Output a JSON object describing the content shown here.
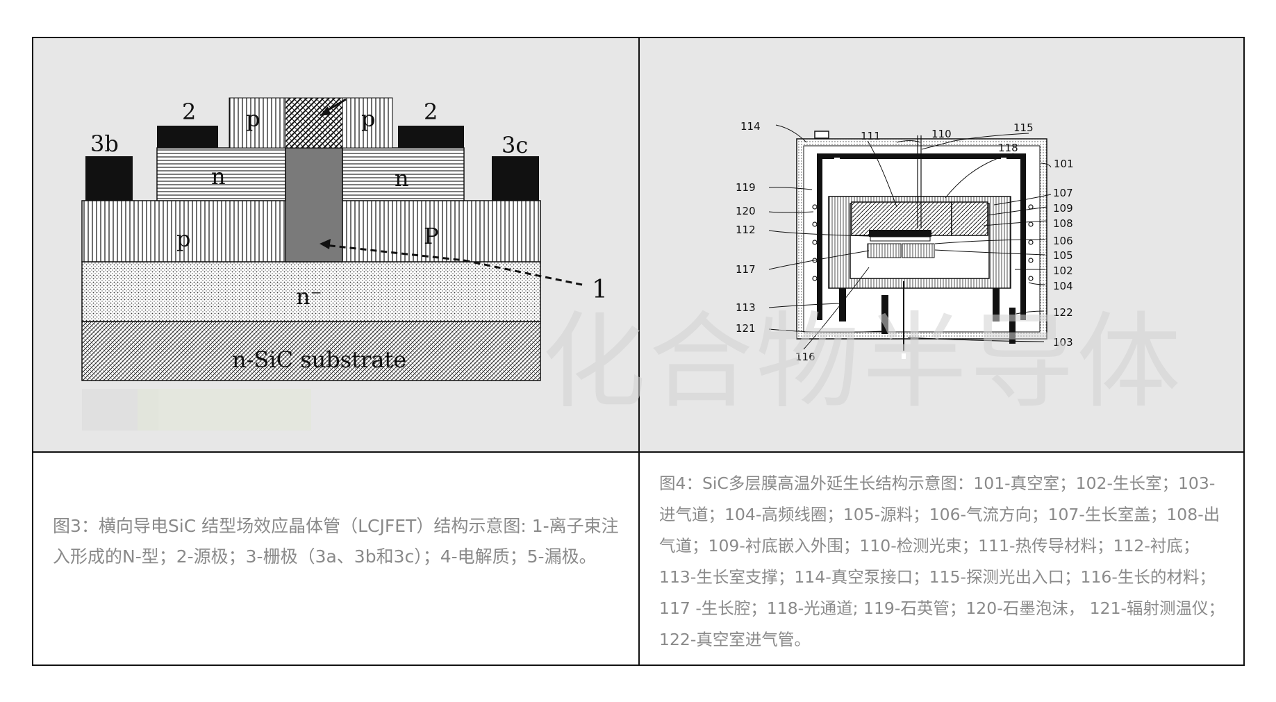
{
  "watermark": "化合物半导体",
  "left_figure": {
    "labels": {
      "l_2a": "2",
      "l_2b": "2",
      "l_3b": "3b",
      "l_3c": "3c",
      "l_p_top_a": "p",
      "l_p_top_b": "p",
      "l_n_a": "n",
      "l_n_b": "n",
      "l_p_mid_a": "p",
      "l_p_mid_b": "P",
      "l_nminus": "n⁻",
      "l_substrate": "n-SiC substrate",
      "l_1": "1"
    },
    "caption": "图3：横向导电SiC 结型场效应晶体管（LCJFET）结构示意图: 1-离子束注入形成的N-型；2-源极；3-栅极（3a、3b和3c）；4-电解质；5-漏极。"
  },
  "right_figure": {
    "labels": {
      "n114": "114",
      "n111": "111",
      "n110": "110",
      "n115": "115",
      "n118": "118",
      "n101": "101",
      "n119": "119",
      "n107": "107",
      "n109": "109",
      "n120": "120",
      "n108": "108",
      "n112": "112",
      "n106": "106",
      "n105": "105",
      "n117": "117",
      "n102": "102",
      "n104": "104",
      "n113": "113",
      "n122": "122",
      "n121": "121",
      "n103": "103",
      "n116": "116"
    },
    "caption": "图4：SiC多层膜高温外延生长结构示意图：101-真空室；102-生长室；103-进气道；104-高频线圈；105-源料；106-气流方向；107-生长室盖；108-出气道；109-衬底嵌入外围；110-检测光束；111-热传导材料；112-衬底；113-生长室支撑；114-真空泵接口；115-探测光出入口；116-生长的材料；117 -生长腔；118-光通道; 119-石英管；120-石墨泡沫， 121-辐射测温仪； 122-真空室进气管。"
  }
}
